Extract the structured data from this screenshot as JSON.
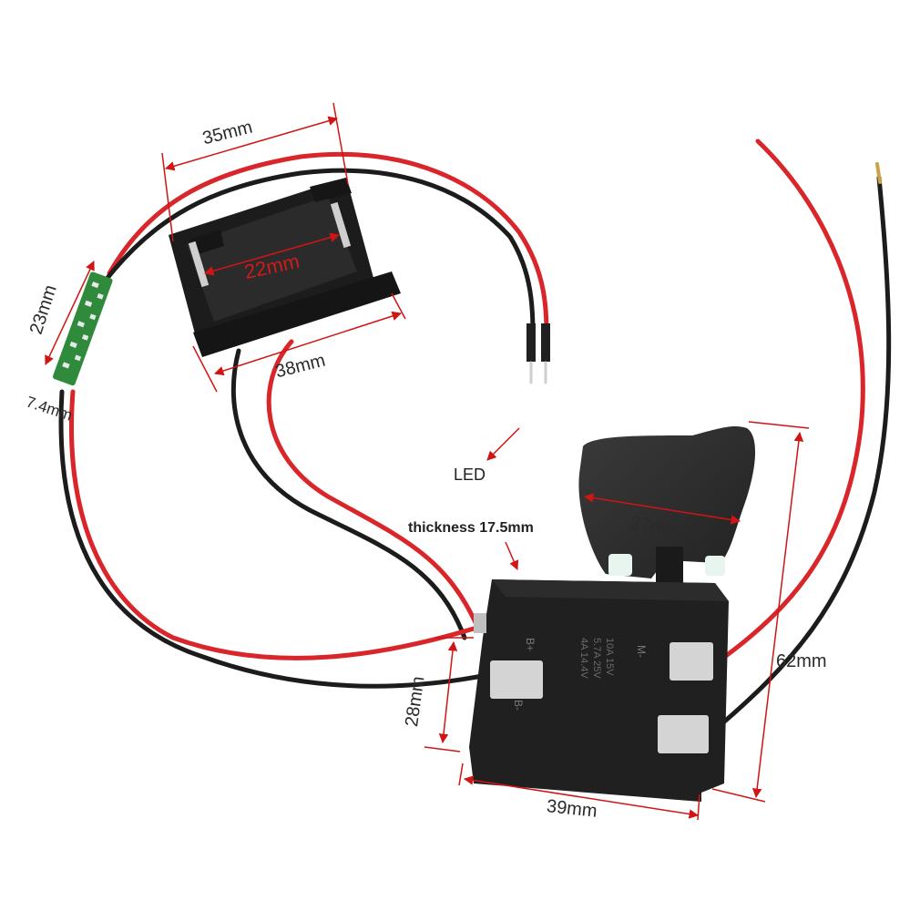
{
  "labels": {
    "dim_35": "35mm",
    "dim_22": "22mm",
    "dim_38": "38mm",
    "dim_23": "23mm",
    "dim_7_4": "7.4mm",
    "led": "LED",
    "thickness": "thickness 17.5mm",
    "dim_27": "27mm",
    "dim_62": "62mm",
    "dim_28": "28mm",
    "dim_39": "39mm"
  },
  "switch_markings": {
    "b_plus": "B+",
    "b_minus": "B-",
    "m_minus": "M-",
    "rating_lines": [
      "4A 14.4V",
      "5.7A 25V",
      "10A 15V"
    ]
  },
  "colors": {
    "red_wire": "#d8262b",
    "black_wire": "#1c1c1c",
    "switch_body": "#202020",
    "trigger": "#2e2e2e",
    "pcb": "#2f8a3c",
    "dimension_line": "#d01515"
  }
}
